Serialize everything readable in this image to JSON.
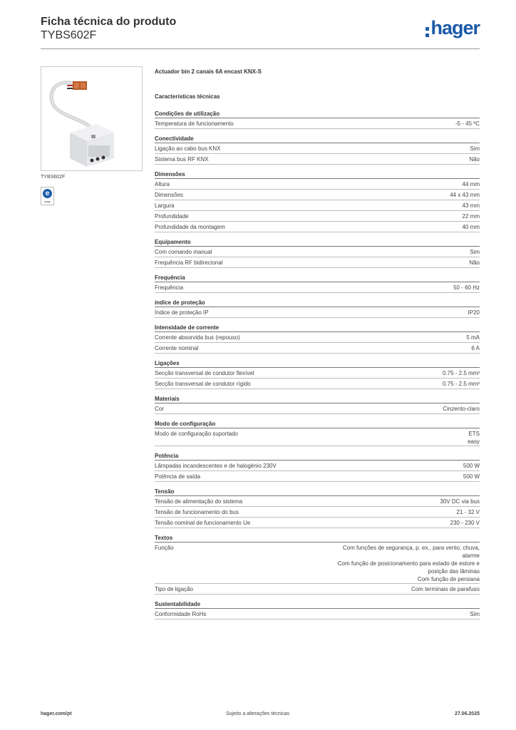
{
  "header": {
    "title": "Ficha técnica do produto",
    "code": "TYBS602F",
    "logo": "hager",
    "logo_color": "#1c5aa8"
  },
  "left": {
    "image_label": "TYBS602F",
    "badge_letter": "e",
    "badge_text": "easy"
  },
  "product_name": "Actuador bin 2 canais 6A encast KNX-S",
  "section_heading": "Características técnicas",
  "groups": [
    {
      "title": "Condições de utilização",
      "rows": [
        {
          "k": "Temperatura de funcionamento",
          "v": [
            "-5 - 45 ºC"
          ]
        }
      ]
    },
    {
      "title": "Conectividade",
      "rows": [
        {
          "k": "Ligação ao cabo bus KNX",
          "v": [
            "Sim"
          ]
        },
        {
          "k": "Sistema bus RF KNX",
          "v": [
            "Não"
          ]
        }
      ]
    },
    {
      "title": "Dimensões",
      "rows": [
        {
          "k": "Altura",
          "v": [
            "44 mm"
          ]
        },
        {
          "k": "Dimensões",
          "v": [
            "44 x 43 mm"
          ]
        },
        {
          "k": "Largura",
          "v": [
            "43 mm"
          ]
        },
        {
          "k": "Profundidade",
          "v": [
            "22 mm"
          ]
        },
        {
          "k": "Profundidade da montagem",
          "v": [
            "40 mm"
          ]
        }
      ]
    },
    {
      "title": "Equipamento",
      "rows": [
        {
          "k": "Com comando manual",
          "v": [
            "Sim"
          ]
        },
        {
          "k": "Frequência RF bidirecional",
          "v": [
            "Não"
          ]
        }
      ]
    },
    {
      "title": "Frequência",
      "rows": [
        {
          "k": "Frequência",
          "v": [
            "50 - 60 Hz"
          ]
        }
      ]
    },
    {
      "title": "índice de proteção",
      "rows": [
        {
          "k": "Índice de proteção IP",
          "v": [
            "IP20"
          ]
        }
      ]
    },
    {
      "title": "Intensidade de corrente",
      "rows": [
        {
          "k": "Corrente absorvida bus (repouso)",
          "v": [
            "5 mA"
          ]
        },
        {
          "k": "Corrente nominal",
          "v": [
            "6 A"
          ]
        }
      ]
    },
    {
      "title": "Ligações",
      "rows": [
        {
          "k": "Secção transversal de condutor flexível",
          "v": [
            "0.75 - 2.5 mm²"
          ]
        },
        {
          "k": "Secção transversal de condutor rígido",
          "v": [
            "0.75 - 2.5 mm²"
          ]
        }
      ]
    },
    {
      "title": "Materiais",
      "rows": [
        {
          "k": "Cor",
          "v": [
            "Cinzento-claro"
          ]
        }
      ]
    },
    {
      "title": "Modo de configuração",
      "rows": [
        {
          "k": "Modo de configuração suportado",
          "v": [
            "ETS",
            "easy"
          ]
        }
      ]
    },
    {
      "title": "Potência",
      "rows": [
        {
          "k": "Lâmpadas incandescentes e de halogénio 230V",
          "v": [
            "500 W"
          ]
        },
        {
          "k": "Potência de saída",
          "v": [
            "500 W"
          ]
        }
      ]
    },
    {
      "title": "Tensão",
      "rows": [
        {
          "k": "Tensão de alimentação do sistema",
          "v": [
            "30V DC via bus"
          ]
        },
        {
          "k": "Tensão de funcionamento do bus",
          "v": [
            "21 - 32 V"
          ]
        },
        {
          "k": "Tensão nominal de funcionamento Ue",
          "v": [
            "230 - 230 V"
          ]
        }
      ]
    },
    {
      "title": "Textos",
      "rows": [
        {
          "k": "Função",
          "v": [
            "Com funções de segurança, p. ex., para vento, chuva,",
            "alarme",
            "Com função de posicionamento para estado de estore e",
            "posição das lâminas",
            "Com função de persiana"
          ]
        },
        {
          "k": "Tipo de ligação",
          "v": [
            "Com terminais de parafuso"
          ]
        }
      ]
    },
    {
      "title": "Sustentabilidade",
      "rows": [
        {
          "k": "Conformidade RoHs",
          "v": [
            "Sim"
          ]
        }
      ]
    }
  ],
  "footer": {
    "left": "hager.com/pt",
    "center": "Sujeito a alterações técnicas",
    "right": "27.06.2025"
  }
}
